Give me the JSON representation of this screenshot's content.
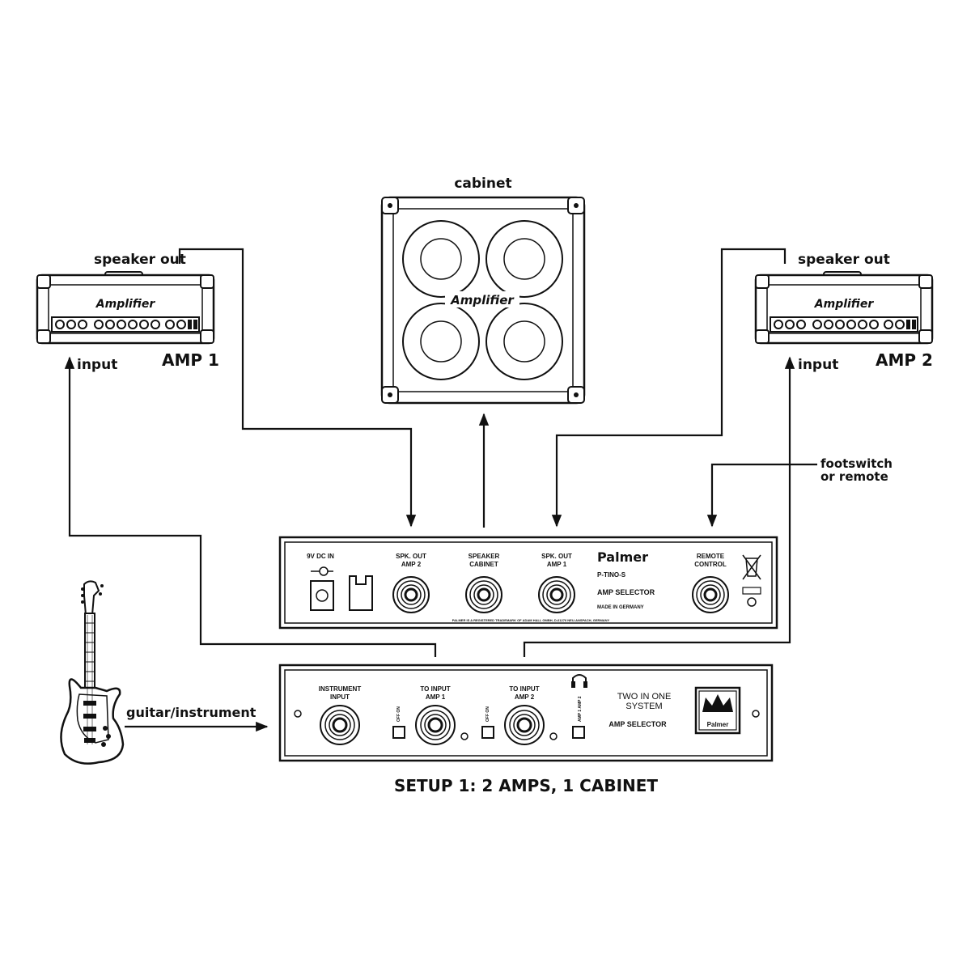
{
  "labels": {
    "cabinet": "cabinet",
    "speaker_out_left": "speaker out",
    "speaker_out_right": "speaker out",
    "input_left": "input",
    "input_right": "input",
    "amp1": "AMP 1",
    "amp2": "AMP 2",
    "footswitch_line1": "footswitch",
    "footswitch_line2": "or remote",
    "guitar": "guitar/instrument",
    "setup_title": "SETUP 1: 2 AMPS, 1 CABINET"
  },
  "amp_logo": "Amplifier",
  "cabinet_logo": "Amplifier",
  "rear_panel": {
    "dc_in": "9V DC IN",
    "spk_out_amp2_line1": "SPK. OUT",
    "spk_out_amp2_line2": "AMP 2",
    "speaker_cabinet_line1": "SPEAKER",
    "speaker_cabinet_line2": "CABINET",
    "spk_out_amp1_line1": "SPK. OUT",
    "spk_out_amp1_line2": "AMP 1",
    "brand": "Palmer",
    "model": "P-TINO-S",
    "product": "AMP SELECTOR",
    "made_in": "MADE IN GERMANY",
    "remote_line1": "REMOTE",
    "remote_line2": "CONTROL",
    "fine_print": "PALMER IS A REGISTERED TRADEMARK OF ADAM HALL GMBH, D-61276 NEU-ANSPACH, GERMANY"
  },
  "front_panel": {
    "instrument_line1": "INSTRUMENT",
    "instrument_line2": "INPUT",
    "to_input_amp1_line1": "TO INPUT",
    "to_input_amp1_line2": "AMP 1",
    "to_input_amp2_line1": "TO INPUT",
    "to_input_amp2_line2": "AMP 2",
    "two_in_one_line1": "TWO IN ONE",
    "two_in_one_line2": "SYSTEM",
    "amp_selector": "AMP SELECTOR",
    "badge": "Palmer",
    "switch1": "OFF ON",
    "switch2": "OFF ON",
    "switch3": "AMP 1 AMP 2"
  }
}
